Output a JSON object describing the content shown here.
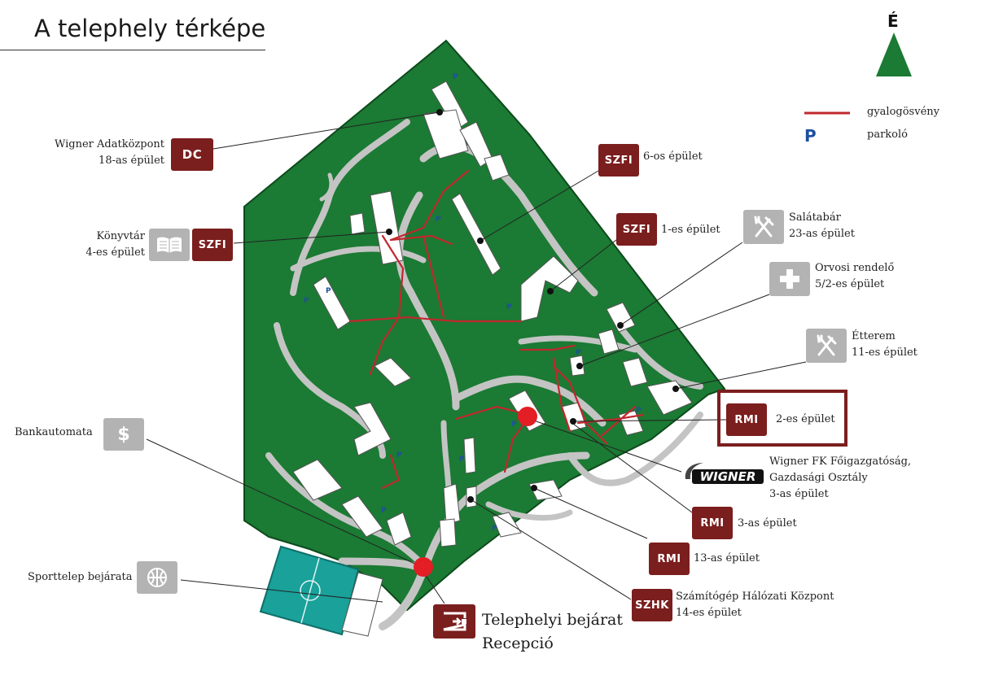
{
  "title": "A telephely térképe",
  "north_label": "É",
  "legend": {
    "path_label": "gyalogösvény",
    "parking_symbol": "P",
    "parking_label": "parkoló"
  },
  "colors": {
    "park_green": "#1b7a33",
    "road_gray": "#c4c4c4",
    "badge_red": "#7b1e1e",
    "path_red": "#c0282d",
    "marker_red": "#e31e24",
    "parking_blue": "#1e4fa0"
  },
  "labels": {
    "dc": {
      "badge": "DC",
      "line1": "Wigner Adatközpont",
      "line2": "18-as épület"
    },
    "szfi6": {
      "badge": "SZFI",
      "line1": "6-os épület"
    },
    "library": {
      "badge": "SZFI",
      "line1": "Könyvtár",
      "line2": "4-es épület",
      "icon": "book-icon"
    },
    "szfi1": {
      "badge": "SZFI",
      "line1": "1-es épület"
    },
    "salad": {
      "line1": "Salátabár",
      "line2": "23-as épület",
      "icon": "fork-knife-icon"
    },
    "medical": {
      "line1": "Orvosi rendelő",
      "line2": "5/2-es épület",
      "icon": "cross-icon"
    },
    "restaurant": {
      "line1": "Étterem",
      "line2": "11-es épület",
      "icon": "fork-knife-icon"
    },
    "rmi2": {
      "badge": "RMI",
      "line1": "2-es épület"
    },
    "atm": {
      "line1": "Bankautomata",
      "symbol": "$"
    },
    "wigner_hq": {
      "line1": "Wigner FK Főigazgatóság,",
      "line2": "Gazdasági Osztály",
      "line3": "3-as épület",
      "logo_text": "WIGNER"
    },
    "rmi3": {
      "badge": "RMI",
      "line1": "3-as épület"
    },
    "rmi13": {
      "badge": "RMI",
      "line1": "13-as épület"
    },
    "szhk": {
      "badge": "SZHK",
      "line1": "Számítógép Hálózati Központ",
      "line2": "14-es épület"
    },
    "sport": {
      "line1": "Sporttelep bejárata",
      "icon": "basketball-icon"
    },
    "entrance": {
      "line1": "Telephelyi bejárat",
      "line2": "Recepció",
      "icon": "entrance-icon"
    }
  }
}
